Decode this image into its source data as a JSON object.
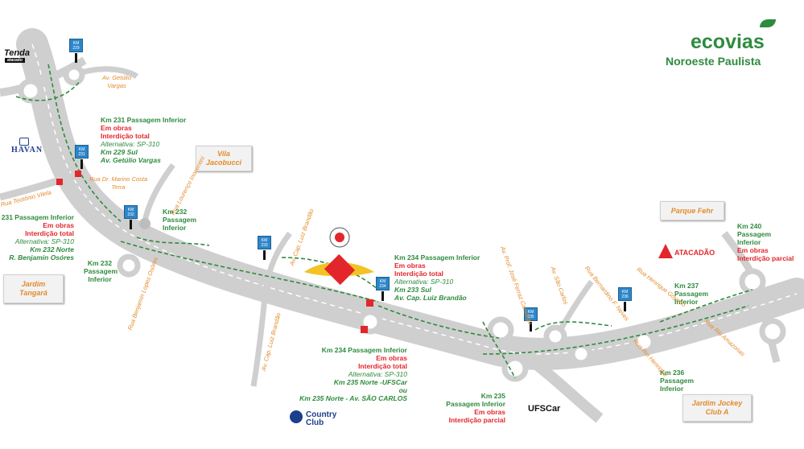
{
  "brand": {
    "name": "ecovias",
    "region": "Noroeste Paulista",
    "color": "#2e8b3e"
  },
  "km_markers": [
    {
      "label": "KM 229"
    },
    {
      "label": "KM 231"
    },
    {
      "label": "KM 232"
    },
    {
      "label": "KM 233"
    },
    {
      "label": "KM 234"
    },
    {
      "label": "KM 235"
    },
    {
      "label": "KM 236"
    }
  ],
  "neighborhoods": {
    "vila_jacobucci": "Vila Jacobucci",
    "parque_fehr": "Parque Fehr",
    "jardim_tangara": "Jardim Tangará",
    "jardim_jockey": "Jardim Jockey Club A"
  },
  "notices": {
    "km231": {
      "title": "Km 231 Passagem Inferior",
      "status1": "Em obras",
      "status2": "Interdição total",
      "alt1": "Alternativa: SP-310",
      "alt2": "Km 229 Sul",
      "alt3": "Av. Getúlio Vargas"
    },
    "km231_left": {
      "title": "231 Passagem Inferior",
      "status1": "Em obras",
      "status2": "Interdição total",
      "alt1": "Alternativa: SP-310",
      "alt2": "Km 232 Norte",
      "alt3": "R. Benjamin Osóres"
    },
    "km232_top": {
      "line1": "Km 232",
      "line2": "Passagem",
      "line3": "Inferior"
    },
    "km232_bottom": {
      "line1": "Km 232",
      "line2": "Passagem",
      "line3": "Inferior"
    },
    "km234_top": {
      "title": "Km 234 Passagem Inferior",
      "status1": "Em obras",
      "status2": "Interdição total",
      "alt1": "Alternativa: SP-310",
      "alt2": "Km 233 Sul",
      "alt3": "Av. Cap. Luiz Brandão"
    },
    "km234_bottom": {
      "title": "Km 234 Passagem Inferior",
      "status1": "Em obras",
      "status2": "Interdição total",
      "alt1": "Alternativa: SP-310",
      "alt2": "Km 235 Norte -UFSCar",
      "alt3": "ou",
      "alt4": "Km 235 Norte - Av. SÃO CARLOS"
    },
    "km235": {
      "line1": "Km 235",
      "line2": "Passagem Inferior",
      "status1": "Em obras",
      "status2": "Interdição parcial"
    },
    "km236": {
      "line1": "Km 236",
      "line2": "Passagem",
      "line3": "Inferior"
    },
    "km237": {
      "line1": "Km 237",
      "line2": "Passagem",
      "line3": "Inferior"
    },
    "km240": {
      "line1": "Km 240",
      "line2": "Passagem",
      "line3": "Inferior",
      "status1": "Em obras",
      "status2": "Interdição parcial"
    }
  },
  "streets": {
    "getulio": "Av. Getúlio Vargas",
    "teotonio": "Rua Teotônio Vilela",
    "marino": "Rua Dr. Marino Costa Terra",
    "lourenco": "Rua Lourenço Inocentini",
    "benjamin": "Rua Benjamin Lopes Osóres",
    "luiz_brandao_top": "Av. Cap. Luiz Brandão",
    "luiz_brandao_bottom": "Av. Cap. Luiz Brandão",
    "jose_ferraz": "Av. Prof. José Ferraz Camargo",
    "sao_carlos": "Av. São Carlos",
    "bernardino": "Rua Bernardino F. Neves",
    "henrique": "Rua Henrique Goyeno",
    "rio_amazonas": "Rua Rio Amazonas",
    "rio_henrique": "Rua Rio Henrique"
  },
  "pois": {
    "tenda": "Tenda",
    "tenda_sub": "atacado",
    "havan": "HAVAN",
    "atacadao": "ATACADÃO",
    "country_club": "Country Club",
    "ufscar": "UFSCar"
  },
  "colors": {
    "road": "#cfcfcf",
    "road_edge": "#b5b5b5",
    "lane_green": "#2e8b3e",
    "notice_green": "#2e8b3e",
    "notice_red": "#e3262b",
    "street_orange": "#e38b2c",
    "km_blue": "#2c86c9"
  }
}
